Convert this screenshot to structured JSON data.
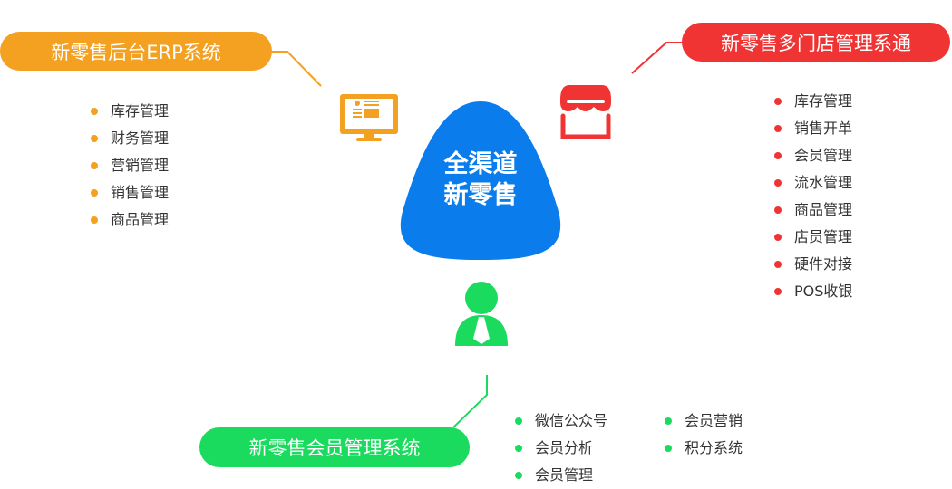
{
  "colors": {
    "erp": "#F4A020",
    "store": "#F03434",
    "member": "#1ADB5E",
    "center": "#0A7CEB"
  },
  "center": {
    "line1": "全渠道",
    "line2": "新零售"
  },
  "erp": {
    "title": "新零售后台ERP系统",
    "items": [
      "库存管理",
      "财务管理",
      "营销管理",
      "销售管理",
      "商品管理"
    ]
  },
  "store": {
    "title": "新零售多门店管理系通",
    "items": [
      "库存管理",
      "销售开单",
      "会员管理",
      "流水管理",
      "商品管理",
      "店员管理",
      "硬件对接",
      "POS收银"
    ]
  },
  "member": {
    "title": "新零售会员管理系统",
    "items_col1": [
      "微信公众号",
      "会员分析",
      "会员管理"
    ],
    "items_col2": [
      "会员营销",
      "积分系统"
    ]
  }
}
